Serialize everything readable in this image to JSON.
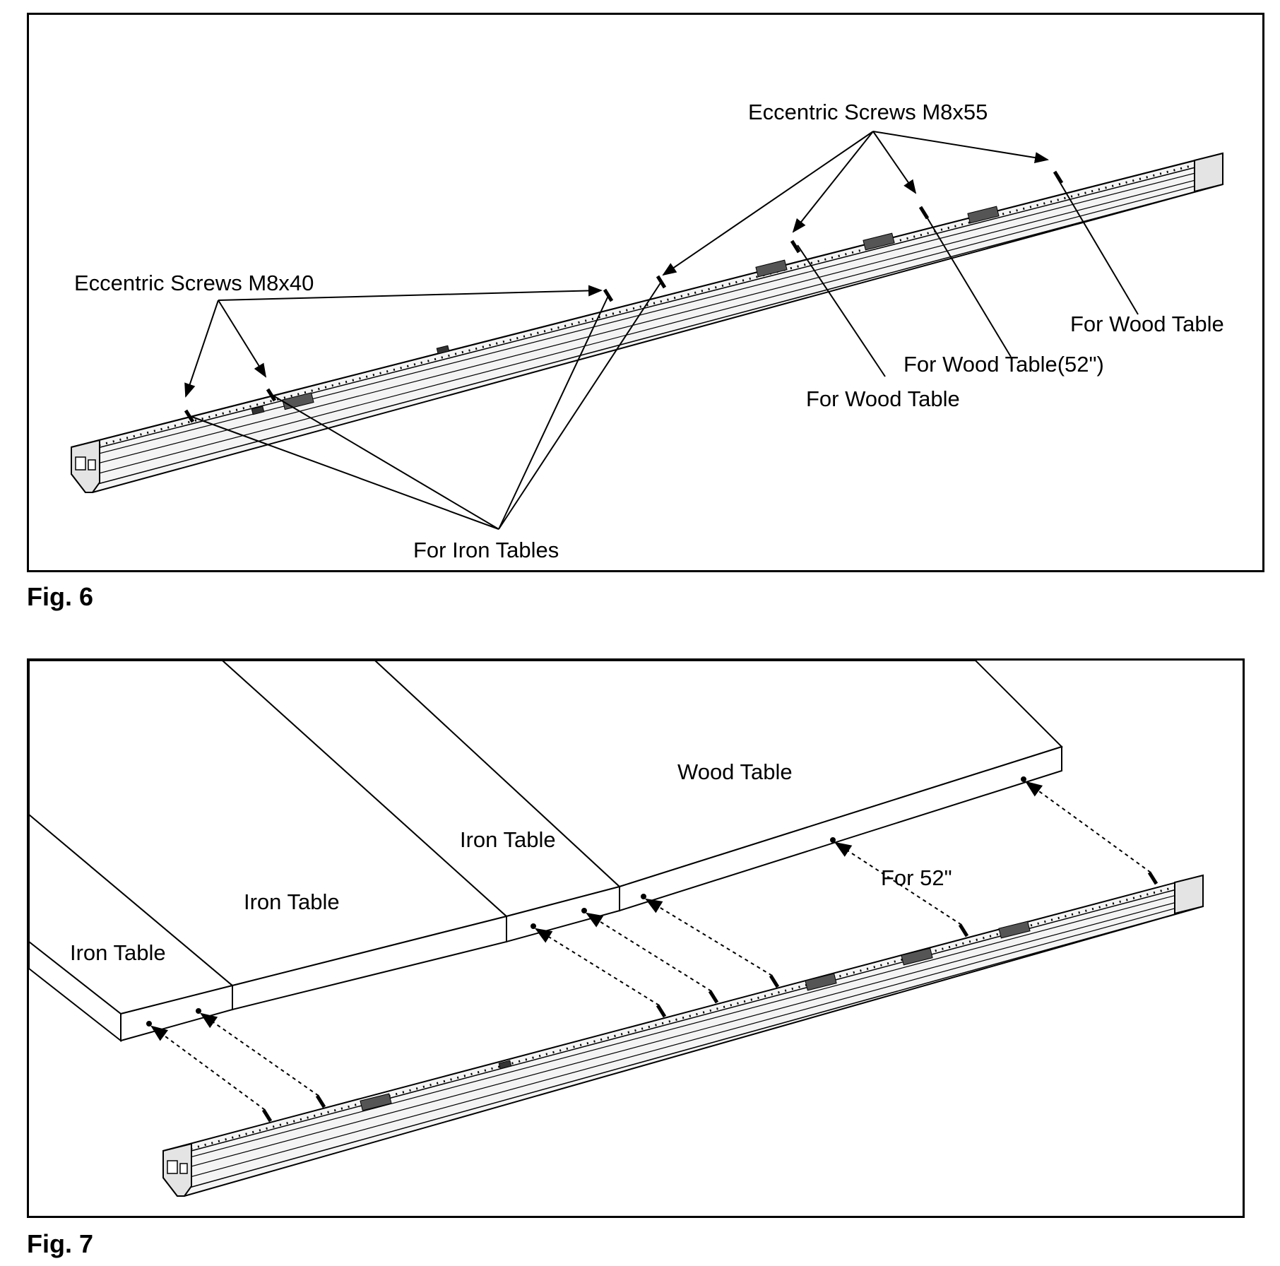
{
  "figures": [
    {
      "caption": "Fig. 6",
      "labels": {
        "screws_m8x55": "Eccentric Screws M8x55",
        "screws_m8x40": "Eccentric Screws M8x40",
        "for_wood_table_right": "For Wood Table",
        "for_wood_table_52": "For Wood Table(52\")",
        "for_wood_table_left": "For Wood Table",
        "for_iron_tables": "For Iron Tables"
      }
    },
    {
      "caption": "Fig. 7",
      "labels": {
        "wood_table": "Wood Table",
        "iron_table_3": "Iron Table",
        "iron_table_2": "Iron Table",
        "iron_table_1": "Iron Table",
        "for_52": "For 52\""
      }
    }
  ],
  "colors": {
    "line": "#000000",
    "rail_fill": "#f4f4f4",
    "table_fill": "#ffffff"
  }
}
